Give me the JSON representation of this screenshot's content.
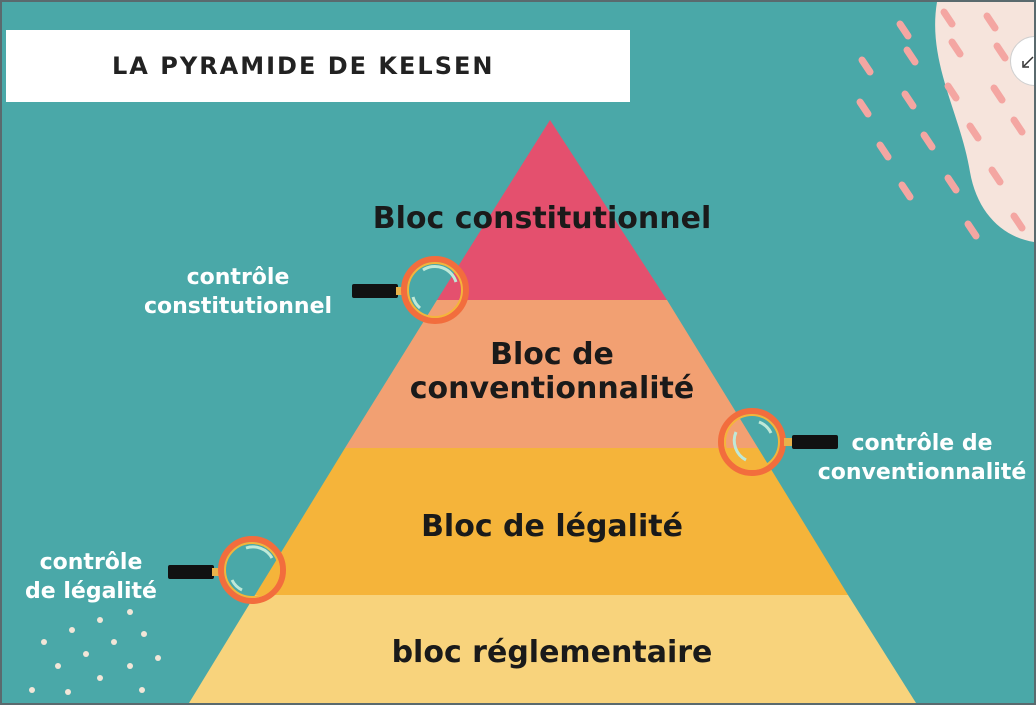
{
  "title": "LA PYRAMIDE DE KELSEN",
  "tiers": [
    {
      "label": "Bloc constitutionnel",
      "color": "#e4506e"
    },
    {
      "label": "Bloc de conventionnalité",
      "color": "#f2a072"
    },
    {
      "label": "Bloc de légalité",
      "color": "#f5b43a"
    },
    {
      "label": "bloc réglementaire",
      "color": "#f8d37c"
    }
  ],
  "controls": [
    {
      "line1": "contrôle",
      "line2": "constitutionnel"
    },
    {
      "line1": "contrôle de",
      "line2": "conventionnalité"
    },
    {
      "line1": "contrôle",
      "line2": "de légalité"
    }
  ],
  "colors": {
    "background": "#4aa8a8",
    "ring": "#f26d3d",
    "lens_highlight": "#bfe9d8",
    "decoration_pink": "#f4a6a2",
    "decoration_blob": "#f6e4dc"
  },
  "icons": [
    "magnifier-icon",
    "expand-icon"
  ]
}
